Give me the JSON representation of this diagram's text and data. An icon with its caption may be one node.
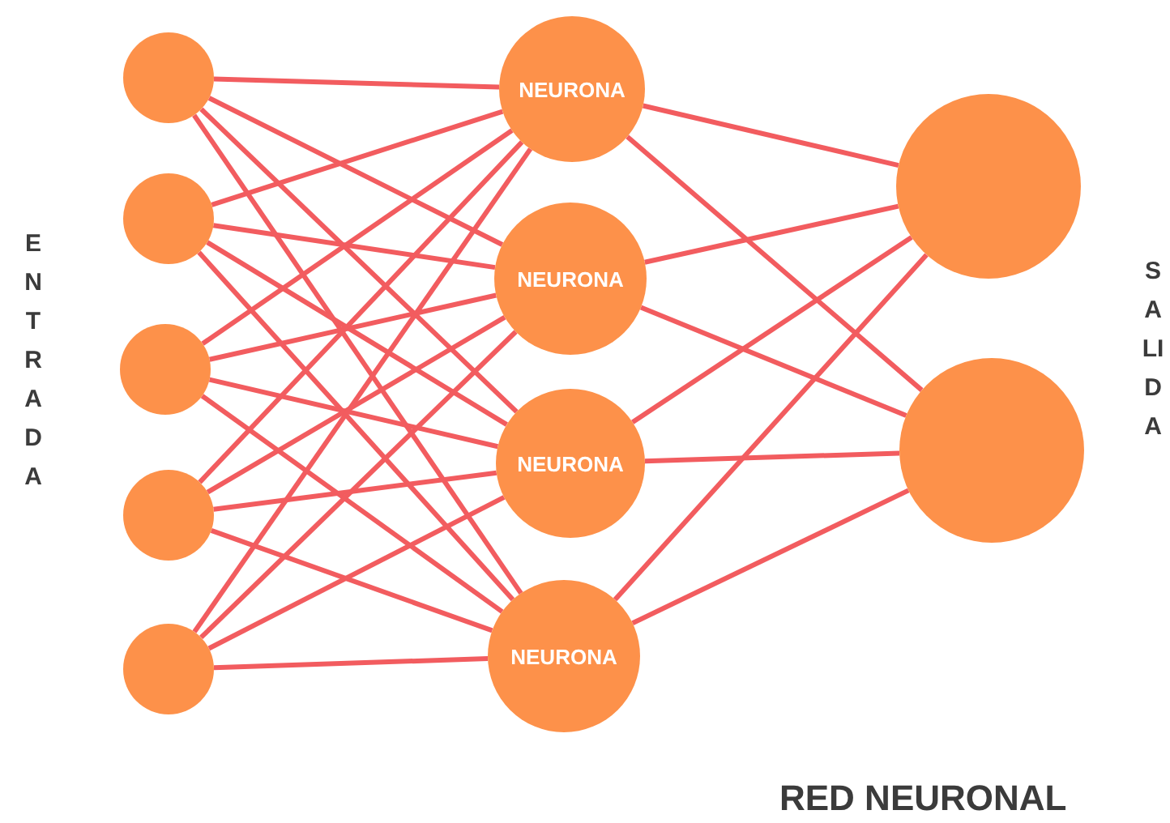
{
  "diagram": {
    "title": "RED NEURONAL",
    "nodes": [
      {
        "text": [],
        "shape": "circle"
      },
      {
        "text": [],
        "shape": "circle"
      },
      {
        "text": [],
        "shape": "circle"
      },
      {
        "text": [],
        "shape": "circle"
      },
      {
        "text": [],
        "shape": "circle"
      },
      {
        "text": [
          "NEURONA"
        ]
      },
      {
        "text": [
          "NEURONA"
        ]
      },
      {
        "text": [
          "NEURONA"
        ]
      },
      {
        "text": [
          "NEURONA"
        ]
      },
      {
        "text": [],
        "shape": "circle"
      },
      {
        "text": [],
        "shape": "circle"
      }
    ],
    "edges": [
      {
        "from": 0,
        "to": 5,
        "arrow": "none"
      },
      {
        "from": 0,
        "to": 6,
        "arrow": "none"
      },
      {
        "from": 0,
        "to": 7,
        "arrow": "none"
      },
      {
        "from": 0,
        "to": 8,
        "arrow": "none"
      },
      {
        "from": 1,
        "to": 5,
        "arrow": "none"
      },
      {
        "from": 1,
        "to": 6,
        "arrow": "none"
      },
      {
        "from": 1,
        "to": 7,
        "arrow": "none"
      },
      {
        "from": 1,
        "to": 8,
        "arrow": "none"
      },
      {
        "from": 2,
        "to": 5,
        "arrow": "none"
      },
      {
        "from": 2,
        "to": 6,
        "arrow": "none"
      },
      {
        "from": 2,
        "to": 7,
        "arrow": "none"
      },
      {
        "from": 2,
        "to": 8,
        "arrow": "none"
      },
      {
        "from": 3,
        "to": 5,
        "arrow": "none"
      },
      {
        "from": 3,
        "to": 6,
        "arrow": "none"
      },
      {
        "from": 3,
        "to": 7,
        "arrow": "none"
      },
      {
        "from": 3,
        "to": 8,
        "arrow": "none"
      },
      {
        "from": 4,
        "to": 5,
        "arrow": "none"
      },
      {
        "from": 4,
        "to": 6,
        "arrow": "none"
      },
      {
        "from": 4,
        "to": 7,
        "arrow": "none"
      },
      {
        "from": 4,
        "to": 8,
        "arrow": "none"
      },
      {
        "from": 5,
        "to": 9,
        "arrow": "none"
      },
      {
        "from": 5,
        "to": 10,
        "arrow": "none"
      },
      {
        "from": 6,
        "to": 9,
        "arrow": "none"
      },
      {
        "from": 6,
        "to": 10,
        "arrow": "none"
      },
      {
        "from": 7,
        "to": 9,
        "arrow": "none"
      },
      {
        "from": 7,
        "to": 10,
        "arrow": "none"
      },
      {
        "from": 8,
        "to": 9,
        "arrow": "none"
      },
      {
        "from": 8,
        "to": 10,
        "arrow": "none"
      }
    ],
    "labels": [
      "ENTRADA",
      "SALIDA"
    ]
  }
}
